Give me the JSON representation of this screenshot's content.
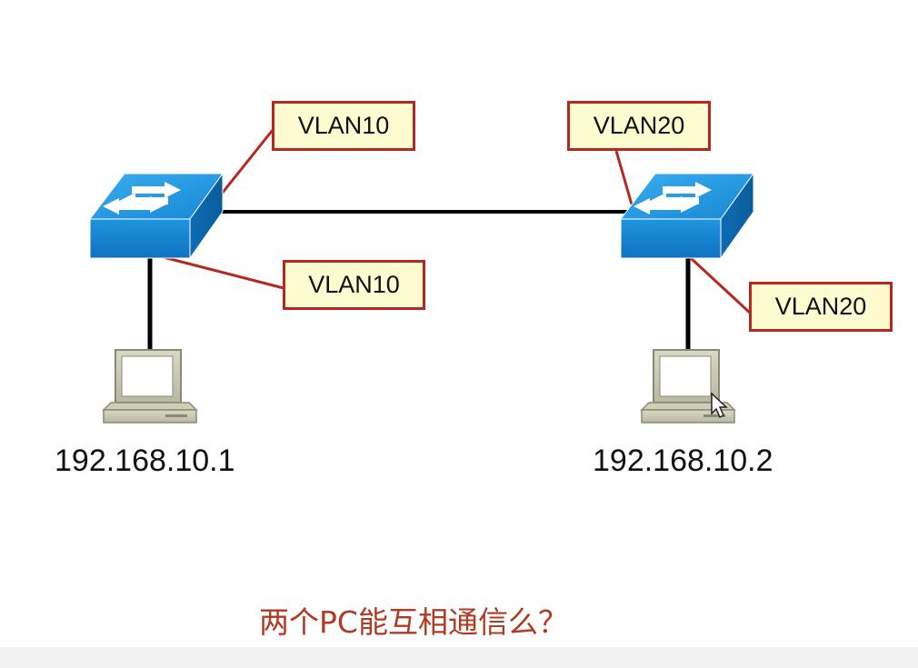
{
  "diagram": {
    "left_switch": {
      "upper_port_label": "VLAN10",
      "lower_port_label": "VLAN10"
    },
    "right_switch": {
      "upper_port_label": "VLAN20",
      "lower_port_label": "VLAN20"
    },
    "left_pc": {
      "ip": "192.168.10.1"
    },
    "right_pc": {
      "ip": "192.168.10.2"
    },
    "question": "两个PC能互相通信么？"
  },
  "colors": {
    "label_border": "#b5271f",
    "label_fill": "#fdfbd0",
    "switch_blue": "#1a8fd6",
    "link": "#000000",
    "question_text": "#b03a23"
  },
  "icons": [
    "switch-icon",
    "pc-icon",
    "mouse-cursor-icon"
  ]
}
